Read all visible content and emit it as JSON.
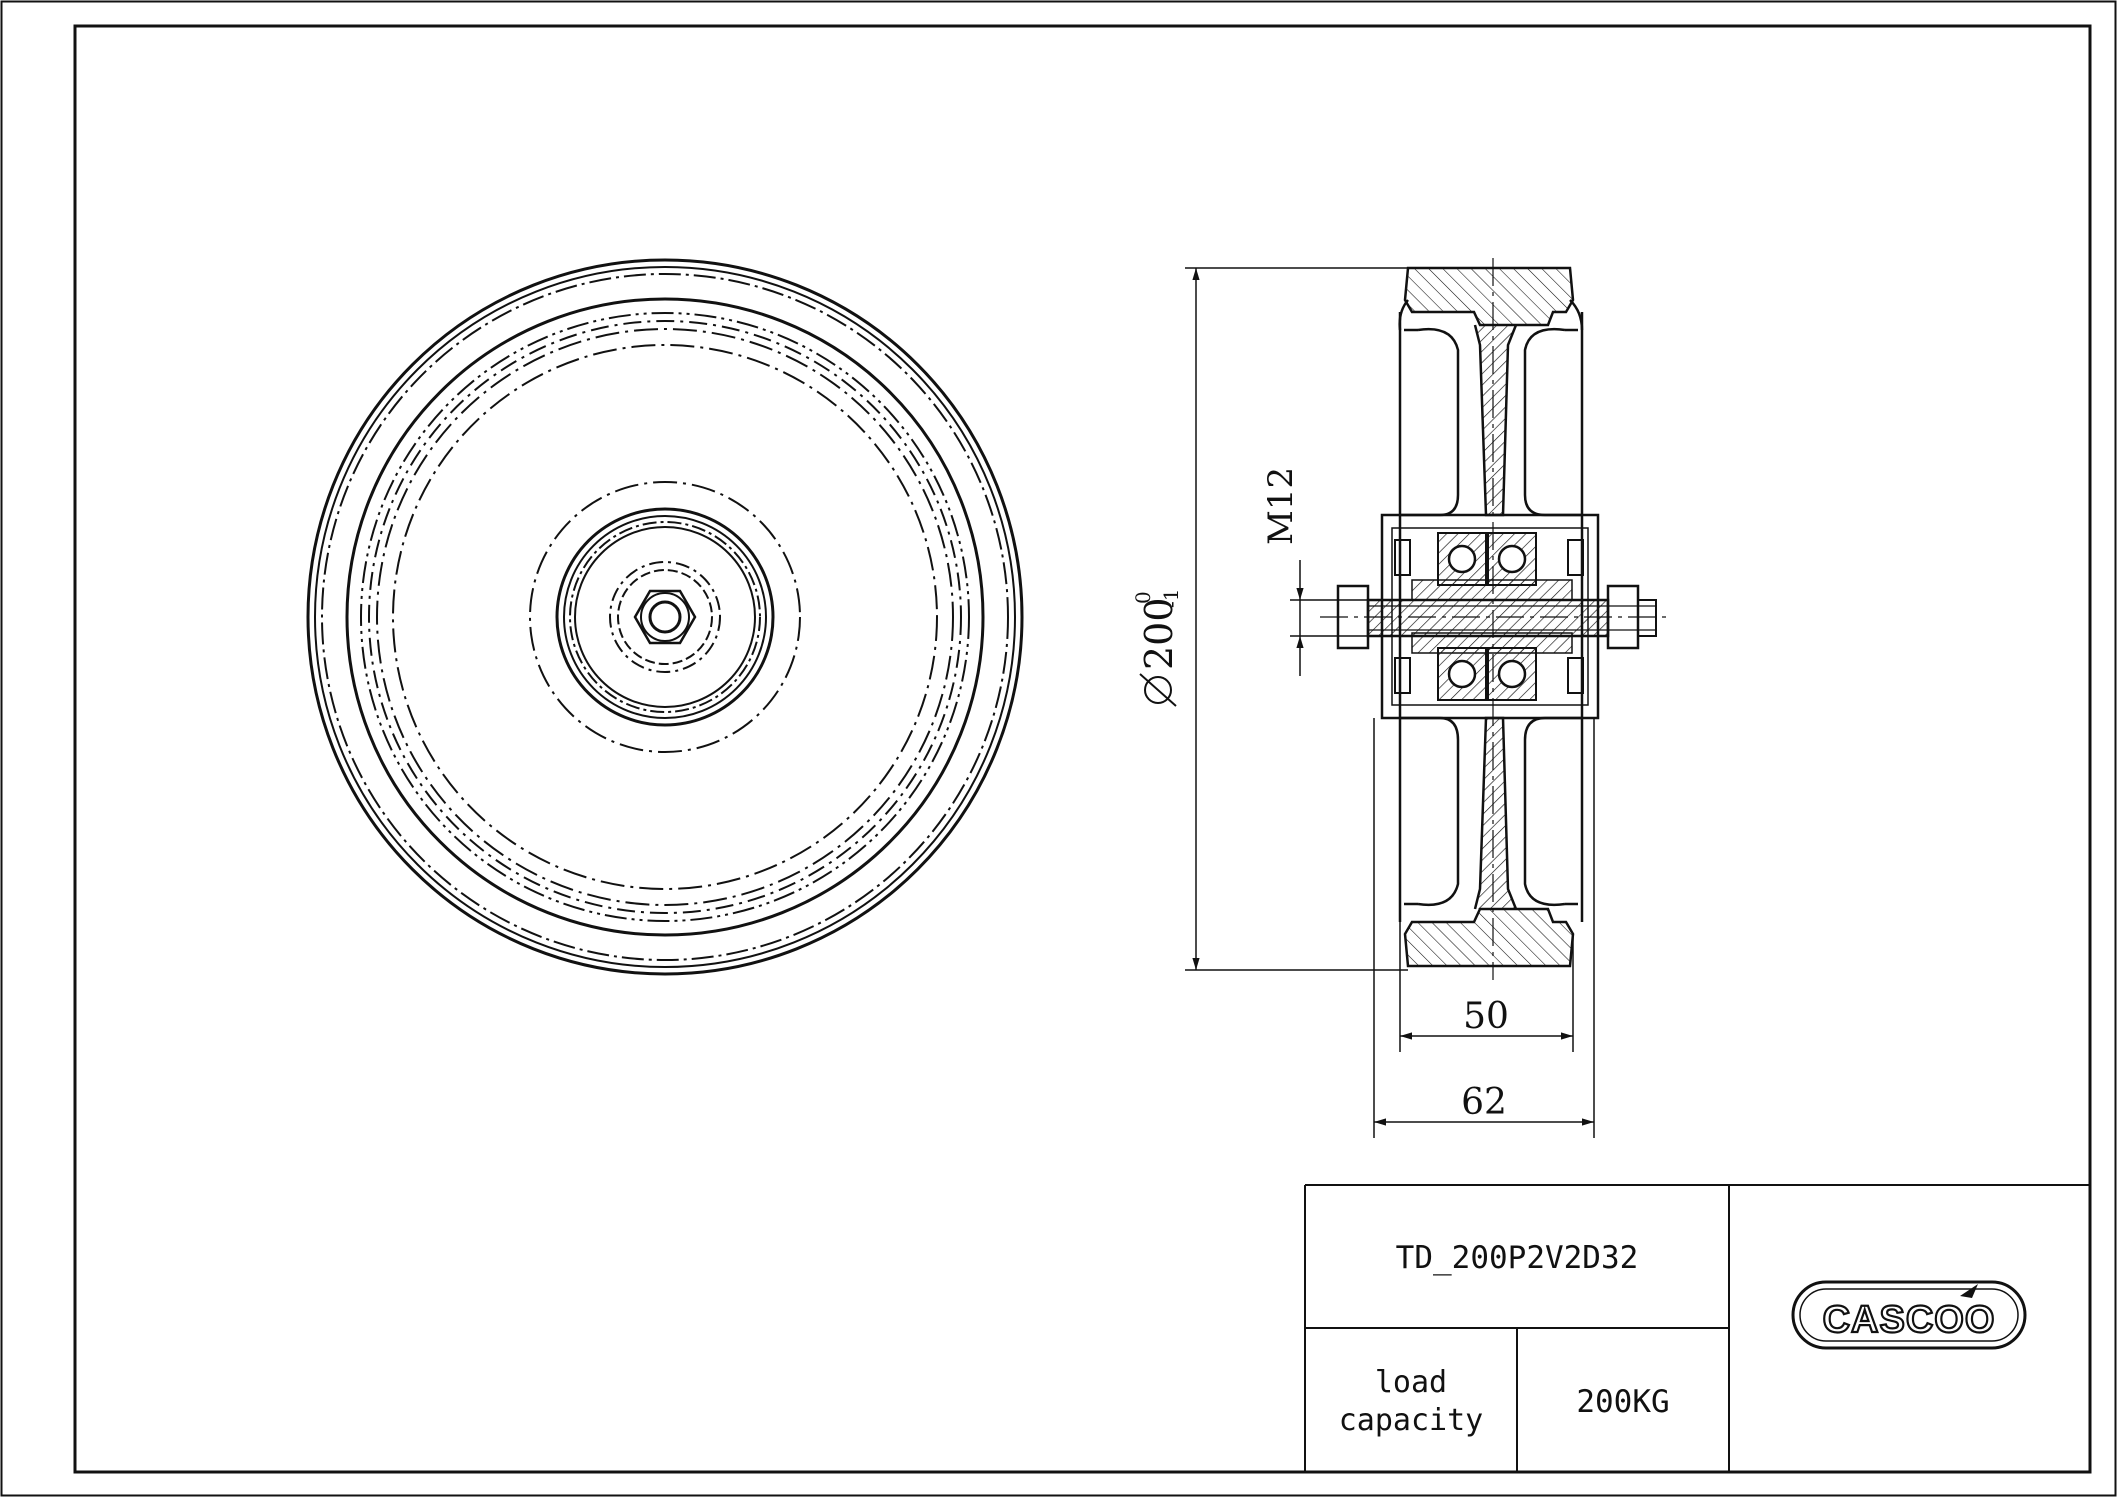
{
  "drawing": {
    "diameter_nominal": "200",
    "diameter_tol_upper": "0",
    "diameter_tol_lower": "-1",
    "thread": "M12",
    "tread_width": "50",
    "overall_width": "62"
  },
  "title_block": {
    "code": "TD_200P2V2D32",
    "load_label_line1": "load",
    "load_label_line2": "capacity",
    "load_value": "200KG",
    "logo_text": "CASCOO"
  }
}
